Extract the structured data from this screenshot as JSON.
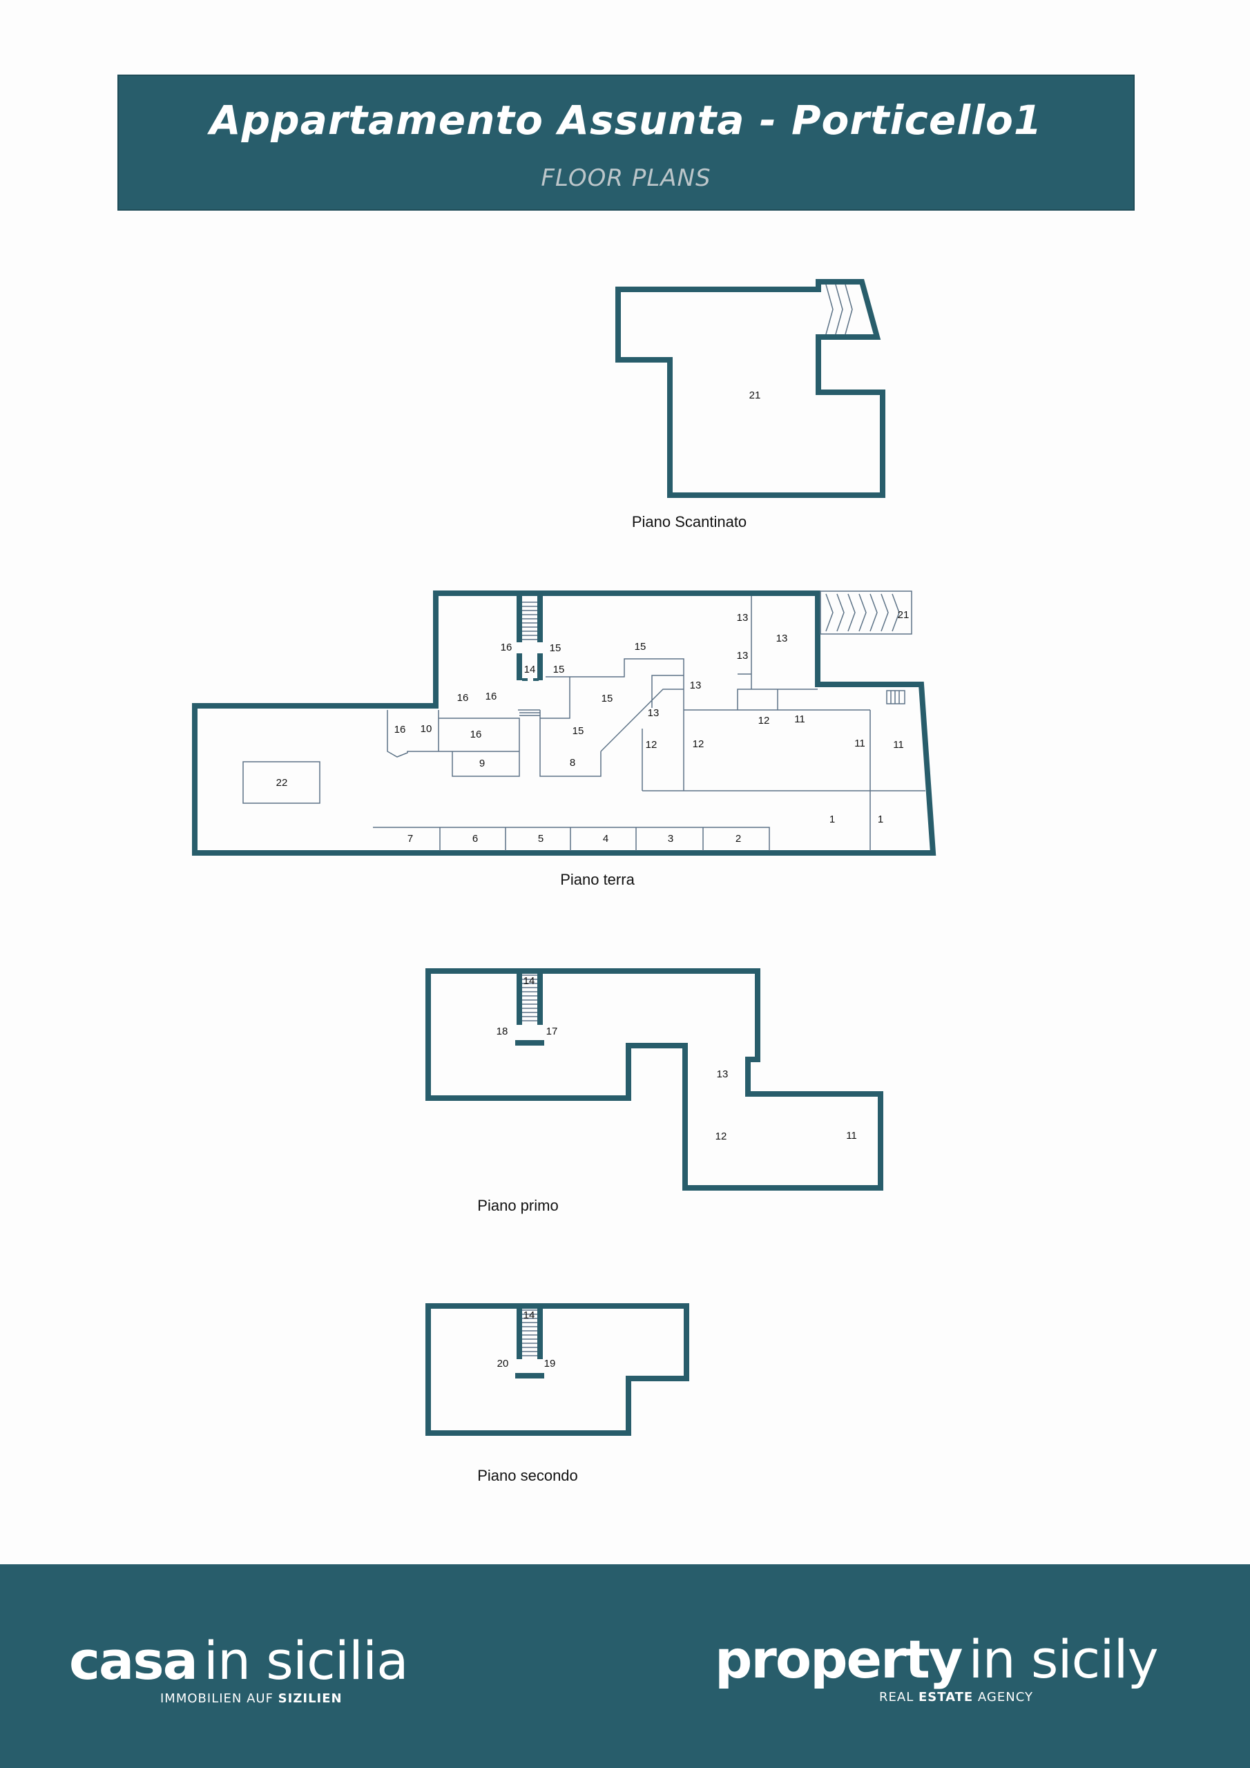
{
  "header": {
    "title": "Appartamento Assunta - Porticello1",
    "subtitle": "FLOOR PLANS"
  },
  "floors": [
    {
      "caption": "Piano Scantinato",
      "rooms": [
        "21"
      ]
    },
    {
      "caption": "Piano terra",
      "rooms": [
        "13",
        "13",
        "13",
        "21",
        "16",
        "15",
        "15",
        "14",
        "15",
        "16",
        "16",
        "15",
        "13",
        "16",
        "10",
        "16",
        "15",
        "13",
        "12",
        "11",
        "12",
        "12",
        "11",
        "11",
        "22",
        "9",
        "8",
        "1",
        "1",
        "7",
        "6",
        "5",
        "4",
        "3",
        "2"
      ]
    },
    {
      "caption": "Piano primo",
      "rooms": [
        "14",
        "18",
        "17",
        "13",
        "12",
        "11"
      ]
    },
    {
      "caption": "Piano secondo",
      "rooms": [
        "14",
        "20",
        "19"
      ]
    }
  ],
  "footer": {
    "left_logo": {
      "bold": "casa",
      "light": "in sicilia",
      "tag_light": "IMMOBILIEN AUF ",
      "tag_bold": "SIZILIEN"
    },
    "right_logo": {
      "bold": "property",
      "light": "in sicily",
      "tag_light1": "REAL ",
      "tag_bold": "ESTATE",
      "tag_light2": " AGENCY"
    }
  },
  "colors": {
    "brand": "#285d6b",
    "caption_grey": "#bcc6ca",
    "line": "#5c7286"
  }
}
